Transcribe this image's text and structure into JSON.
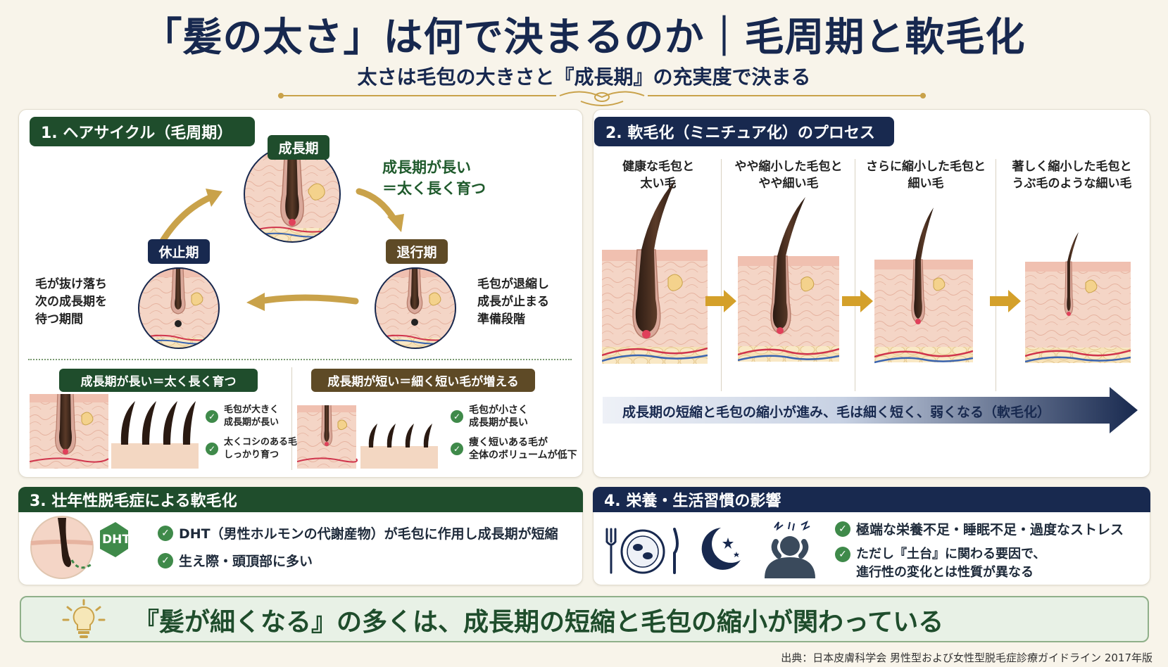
{
  "title": "「髪の太さ」は何で決まるのか｜毛周期と軟毛化",
  "subtitle": "太さは毛包の大きさと『成長期』の充実度で決まる",
  "section1": {
    "header": "1. ヘアサイクル（毛周期）",
    "phase_anagen": "成長期",
    "phase_catagen": "退行期",
    "phase_telogen": "休止期",
    "anagen_note_1": "成長期が長い",
    "anagen_note_2": "＝太く長く育つ",
    "catagen_note": [
      "毛包が退縮し",
      "成長が止まる",
      "準備段階"
    ],
    "telogen_note": [
      "毛が抜け落ち",
      "次の成長期を",
      "待つ期間"
    ],
    "long_badge": "成長期が長い＝太く長く育つ",
    "long_checks": [
      [
        "毛包が大きく",
        "成長期が長い"
      ],
      [
        "太くコシのある毛が",
        "しっかり育つ"
      ]
    ],
    "short_badge": "成長期が短い＝細く短い毛が増える",
    "short_checks": [
      [
        "毛包が小さく",
        "成長期が長い"
      ],
      [
        "痩く短いある毛が",
        "全体のボリュームが低下"
      ]
    ]
  },
  "section2": {
    "header": "2. 軟毛化（ミニチュア化）のプロセス",
    "stages": [
      [
        "健康な毛包と",
        "太い毛"
      ],
      [
        "やや縮小した毛包と",
        "やや細い毛"
      ],
      [
        "さらに縮小した毛包と",
        "細い毛"
      ],
      [
        "著しく縮小した毛包と",
        "うぶ毛のような細い毛"
      ]
    ],
    "arrow_text": "成長期の短縮と毛包の縮小が進み、毛は細く短く、弱くなる（軟毛化）"
  },
  "section3": {
    "header": "3. 壮年性脱毛症による軟毛化",
    "dht_label": "DHT",
    "checks": [
      "DHT（男性ホルモンの代謝産物）が毛包に作用し成長期が短縮",
      "生え際・頭頂部に多い"
    ]
  },
  "section4": {
    "header": "4. 栄養・生活習慣の影響",
    "checks": [
      [
        "極端な栄養不足・睡眠不足・過度なストレス"
      ],
      [
        "ただし『土台』に関わる要因で、",
        "進行性の変化とは性質が異なる"
      ]
    ]
  },
  "conclusion": "『髪が細くなる』の多くは、成長期の短縮と毛包の縮小が関わっている",
  "source": "出典：日本皮膚科学会 男性型および女性型脱毛症診療ガイドライン 2017年版",
  "colors": {
    "navy": "#18294f",
    "green": "#1f4d2c",
    "brown": "#5e4a26",
    "gold": "#c9a24a",
    "skin": "#f2cfc0"
  }
}
